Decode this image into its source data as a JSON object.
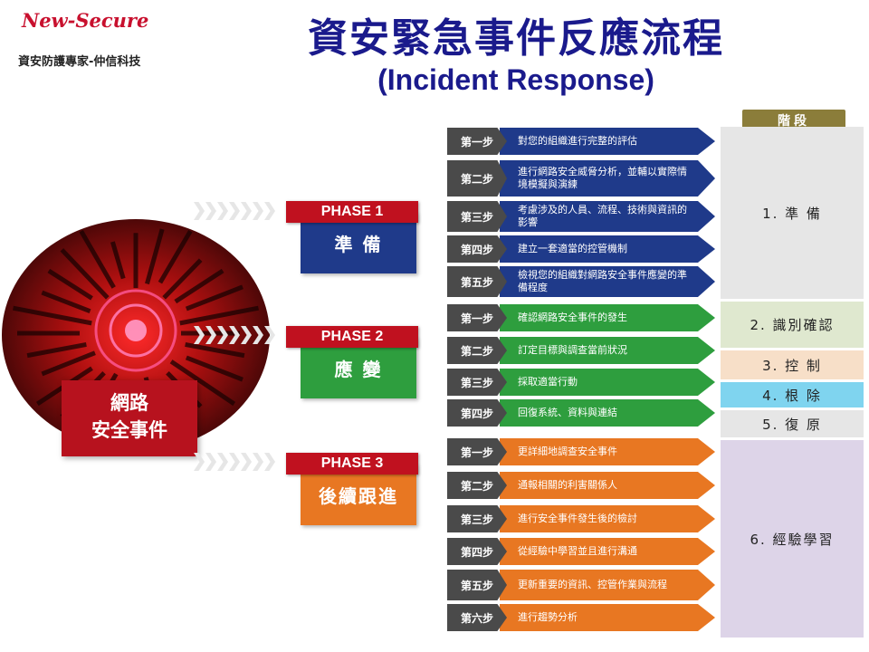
{
  "header": {
    "logo": "New-Secure",
    "tagline": "資安防護專家-仲信科技",
    "title": "資安緊急事件反應流程",
    "subtitle": "(Incident Response)"
  },
  "event": {
    "line1": "網路",
    "line2": "安全事件"
  },
  "phases": [
    {
      "tab": "PHASE 1",
      "name": "準 備",
      "color": "#1f3a8a"
    },
    {
      "tab": "PHASE 2",
      "name": "應 變",
      "color": "#2e9e3e"
    },
    {
      "tab": "PHASE 3",
      "name": "後續跟進",
      "color": "#e87722"
    }
  ],
  "steps": [
    {
      "num": "第一步",
      "text": "對您的組織進行完整的評估"
    },
    {
      "num": "第二步",
      "text": "進行網路安全威脅分析，並輔以實際情境模擬與演練"
    },
    {
      "num": "第三步",
      "text": "考慮涉及的人員、流程、技術與資訊的影響"
    },
    {
      "num": "第四步",
      "text": "建立一套適當的控管機制"
    },
    {
      "num": "第五步",
      "text": "檢視您的組織對網路安全事件應變的準備程度"
    },
    {
      "num": "第一步",
      "text": "確認網路安全事件的發生"
    },
    {
      "num": "第二步",
      "text": "訂定目標與調查當前狀況"
    },
    {
      "num": "第三步",
      "text": "採取適當行動"
    },
    {
      "num": "第四步",
      "text": "回復系統、資料與連結"
    },
    {
      "num": "第一步",
      "text": "更詳細地調查安全事件"
    },
    {
      "num": "第二步",
      "text": "通報相關的利害關係人"
    },
    {
      "num": "第三步",
      "text": "進行安全事件發生後的檢討"
    },
    {
      "num": "第四步",
      "text": "從經驗中學習並且進行溝通"
    },
    {
      "num": "第五步",
      "text": "更新重要的資訊、控管作業與流程"
    },
    {
      "num": "第六步",
      "text": "進行趨勢分析"
    }
  ],
  "stage_header": "階段",
  "stages": [
    {
      "label": "1. 準 備",
      "color": "#e6e6e6"
    },
    {
      "label": "2. 識別確認",
      "color": "#dfe8cf"
    },
    {
      "label": "3. 控 制",
      "color": "#f7dfc8"
    },
    {
      "label": "4. 根 除",
      "color": "#7fd4ef"
    },
    {
      "label": "5. 復 原",
      "color": "#e6e6e6"
    },
    {
      "label": "6. 經驗學習",
      "color": "#ddd4e8"
    }
  ]
}
